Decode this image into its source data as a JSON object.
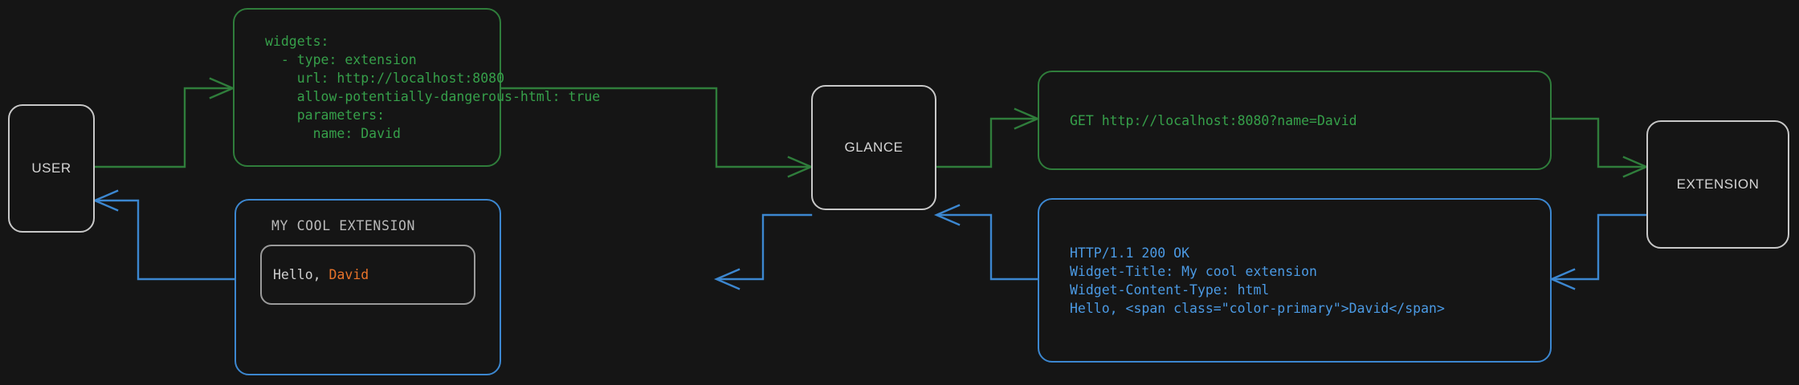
{
  "theme": {
    "background": "#151515",
    "node_border": "#c8c8c8",
    "green": "#36a04a",
    "green_border": "#2f7d3b",
    "blue": "#4b9ae4",
    "blue_border": "#3c87d0",
    "accent_orange": "#e8732a",
    "text_gray": "#cfcfcf"
  },
  "nodes": {
    "user": {
      "label": "USER"
    },
    "glance": {
      "label": "GLANCE"
    },
    "extension": {
      "label": "EXTENSION"
    }
  },
  "boxes": {
    "config_yaml": {
      "color": "green",
      "lines": [
        "widgets:",
        "  - type: extension",
        "    url: http://localhost:8080",
        "    allow-potentially-dangerous-html: true",
        "    parameters:",
        "      name: David"
      ],
      "text": "widgets:\n  - type: extension\n    url: http://localhost:8080\n    allow-potentially-dangerous-html: true\n    parameters:\n      name: David"
    },
    "http_request": {
      "color": "green",
      "lines": [
        "GET http://localhost:8080?name=David"
      ],
      "text": "GET http://localhost:8080?name=David"
    },
    "http_response": {
      "color": "blue",
      "lines": [
        "HTTP/1.1 200 OK",
        "Widget-Title: My cool extension",
        "Widget-Content-Type: html",
        "",
        "Hello, <span class=\"color-primary\">David</span>"
      ],
      "text": "HTTP/1.1 200 OK\nWidget-Title: My cool extension\nWidget-Content-Type: html",
      "body_text": "Hello, <span class=\"color-primary\">David</span>"
    },
    "rendered_widget": {
      "color": "blue",
      "title": "MY COOL EXTENSION",
      "greeting_prefix": "Hello, ",
      "greeting_name": "David"
    }
  },
  "flows": [
    {
      "name": "user-to-config",
      "color": "green",
      "direction": "right"
    },
    {
      "name": "config-to-glance",
      "color": "green",
      "direction": "right"
    },
    {
      "name": "glance-to-request",
      "color": "green",
      "direction": "right"
    },
    {
      "name": "request-to-extension",
      "color": "green",
      "direction": "right"
    },
    {
      "name": "extension-to-response",
      "color": "blue",
      "direction": "left"
    },
    {
      "name": "response-to-glance",
      "color": "blue",
      "direction": "left"
    },
    {
      "name": "glance-to-widget",
      "color": "blue",
      "direction": "left"
    },
    {
      "name": "widget-to-user",
      "color": "blue",
      "direction": "left"
    }
  ]
}
